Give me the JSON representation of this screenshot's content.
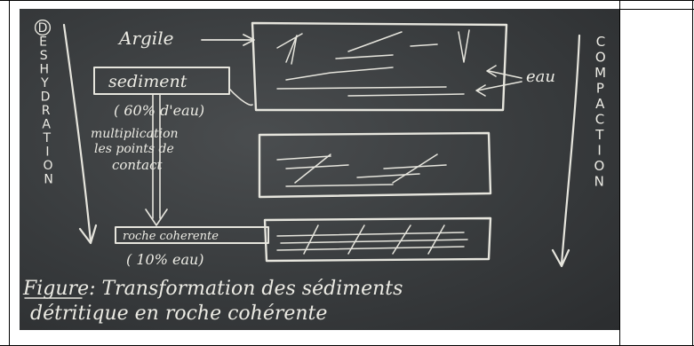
{
  "diagram": {
    "left_vertical_word": [
      "D",
      "E",
      "S",
      "H",
      "Y",
      "D",
      "R",
      "A",
      "T",
      "I",
      "O",
      "N"
    ],
    "right_vertical_word": [
      "C",
      "O",
      "M",
      "P",
      "A",
      "C",
      "T",
      "I",
      "O",
      "N"
    ],
    "argile_label": "Argile",
    "sediment_label": "sediment",
    "water_percent_label": "( 60% d'eau)",
    "multiplication_line1": "multiplication",
    "multiplication_line2": "les points de",
    "multiplication_line3": "contact",
    "eau_label": "eau",
    "roche_label": "roche coherente",
    "water_percent_bottom_label": "( 10% eau)",
    "caption_line1": "Figure: Transformation des sédiments",
    "caption_line2": "détritique en roche cohérente"
  }
}
